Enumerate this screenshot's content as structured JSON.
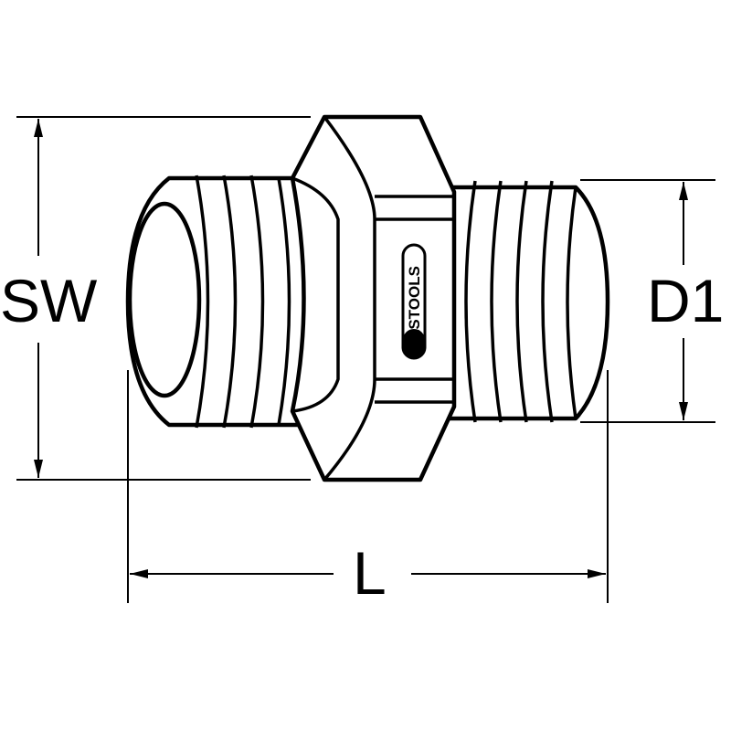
{
  "dimensions": {
    "sw_label": "SW",
    "d1_label": "D1",
    "l_label": "L"
  },
  "logo": {
    "text": "KSTOOLS"
  },
  "colors": {
    "line": "#000000",
    "background": "#ffffff"
  }
}
